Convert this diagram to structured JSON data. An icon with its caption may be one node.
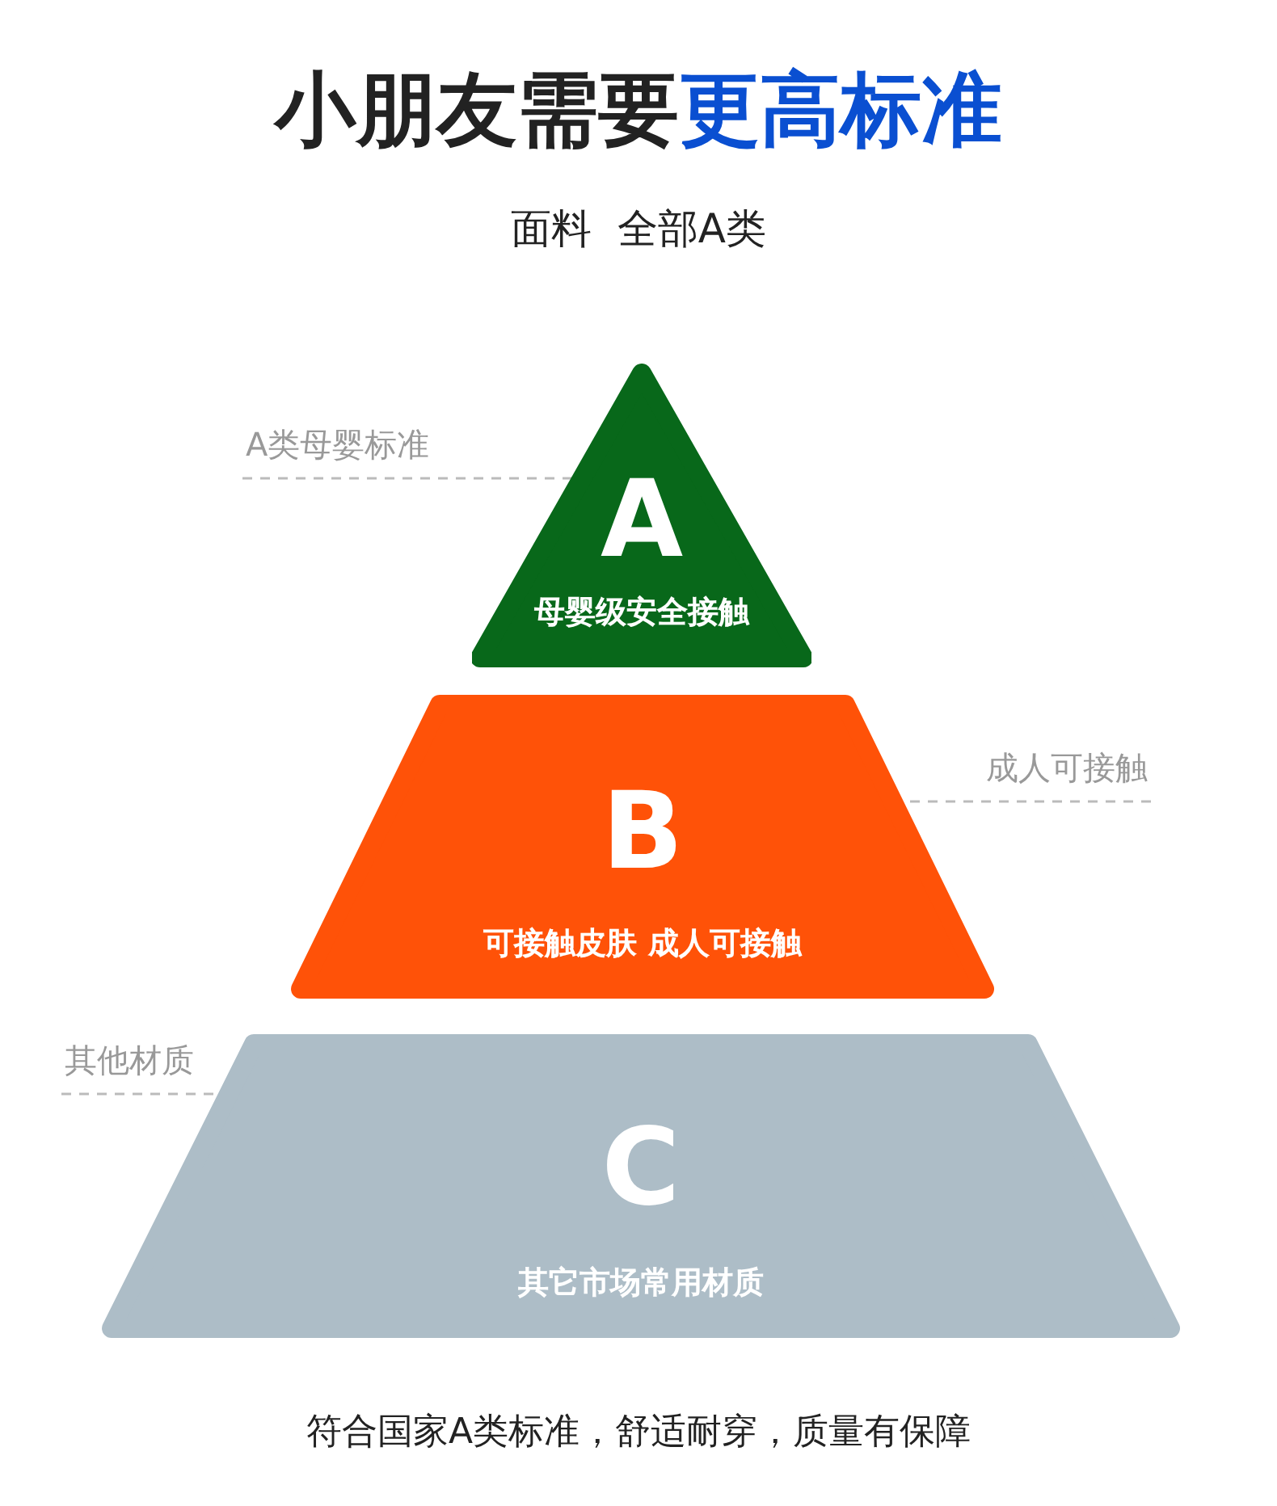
{
  "diagram": {
    "title": "小朋友需要更高标准",
    "caption": "符合国家A类标准，舒适耐穿，质量有保障",
    "nodes": [
      {
        "text": [
          "A",
          "母婴级安全接触"
        ]
      },
      {
        "text": [
          "B",
          "可接触皮肤 成人可接触"
        ]
      },
      {
        "text": [
          "C",
          "其它市场常用材质"
        ]
      },
      {
        "text": [
          "A类母婴标准"
        ]
      },
      {
        "text": [
          "成人可接触"
        ]
      },
      {
        "text": [
          "其他材质"
        ]
      }
    ],
    "edges": [
      {
        "from": 3,
        "to": 0,
        "arrow": "none",
        "style": "dashed"
      },
      {
        "from": 4,
        "to": 1,
        "arrow": "none",
        "style": "dashed"
      },
      {
        "from": 5,
        "to": 2,
        "arrow": "none",
        "style": "dashed"
      }
    ],
    "labels": [
      "面料  全部A类"
    ]
  }
}
